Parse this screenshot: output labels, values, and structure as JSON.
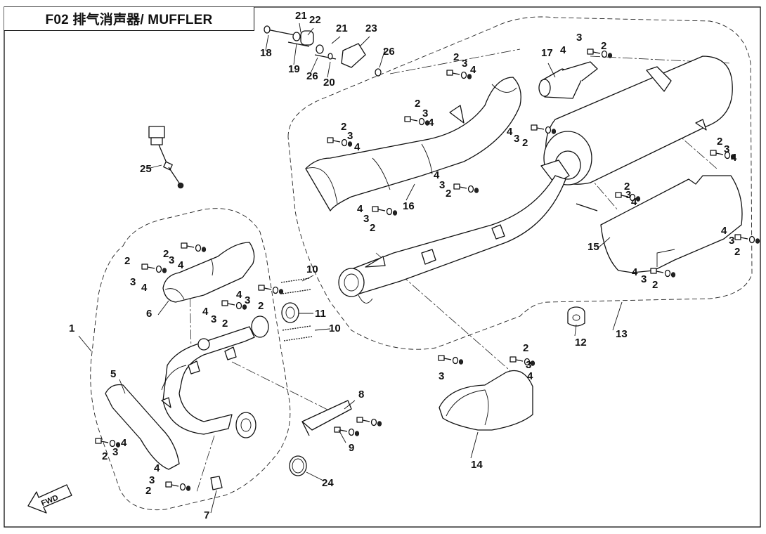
{
  "title": "F02 排气消声器/ MUFFLER",
  "fwd_label": "FWD",
  "callouts": [
    {
      "id": "c1",
      "text": "1"
    },
    {
      "id": "c2a",
      "text": "2"
    },
    {
      "id": "c2b",
      "text": "2"
    },
    {
      "id": "c2c",
      "text": "2"
    },
    {
      "id": "c2d",
      "text": "2"
    },
    {
      "id": "c2e",
      "text": "2"
    },
    {
      "id": "c2f",
      "text": "2"
    },
    {
      "id": "c2g",
      "text": "2"
    },
    {
      "id": "c2h",
      "text": "2"
    },
    {
      "id": "c2i",
      "text": "2"
    },
    {
      "id": "c2j",
      "text": "2"
    },
    {
      "id": "c2k",
      "text": "2"
    },
    {
      "id": "c2l",
      "text": "2"
    },
    {
      "id": "c2m",
      "text": "2"
    },
    {
      "id": "c2n",
      "text": "2"
    },
    {
      "id": "c2o",
      "text": "2"
    },
    {
      "id": "c2p",
      "text": "2"
    },
    {
      "id": "c2q",
      "text": "2"
    },
    {
      "id": "c2r",
      "text": "2"
    },
    {
      "id": "c3a",
      "text": "3"
    },
    {
      "id": "c3b",
      "text": "3"
    },
    {
      "id": "c3c",
      "text": "3"
    },
    {
      "id": "c3d",
      "text": "3"
    },
    {
      "id": "c3e",
      "text": "3"
    },
    {
      "id": "c3f",
      "text": "3"
    },
    {
      "id": "c3g",
      "text": "3"
    },
    {
      "id": "c3h",
      "text": "3"
    },
    {
      "id": "c3i",
      "text": "3"
    },
    {
      "id": "c3j",
      "text": "3"
    },
    {
      "id": "c3k",
      "text": "3"
    },
    {
      "id": "c3l",
      "text": "3"
    },
    {
      "id": "c3m",
      "text": "3"
    },
    {
      "id": "c3n",
      "text": "3"
    },
    {
      "id": "c3o",
      "text": "3"
    },
    {
      "id": "c3p",
      "text": "3"
    },
    {
      "id": "c3q",
      "text": "3"
    },
    {
      "id": "c3r",
      "text": "3"
    },
    {
      "id": "c3s",
      "text": "3"
    },
    {
      "id": "c4a",
      "text": "4"
    },
    {
      "id": "c4b",
      "text": "4"
    },
    {
      "id": "c4c",
      "text": "4"
    },
    {
      "id": "c4d",
      "text": "4"
    },
    {
      "id": "c4e",
      "text": "4"
    },
    {
      "id": "c4f",
      "text": "4"
    },
    {
      "id": "c4g",
      "text": "4"
    },
    {
      "id": "c4h",
      "text": "4"
    },
    {
      "id": "c4i",
      "text": "4"
    },
    {
      "id": "c4j",
      "text": "4"
    },
    {
      "id": "c4k",
      "text": "4"
    },
    {
      "id": "c4l",
      "text": "4"
    },
    {
      "id": "c4m",
      "text": "4"
    },
    {
      "id": "c4n",
      "text": "4"
    },
    {
      "id": "c4o",
      "text": "4"
    },
    {
      "id": "c4p",
      "text": "4"
    },
    {
      "id": "c4q",
      "text": "4"
    },
    {
      "id": "c4r",
      "text": "4"
    },
    {
      "id": "c5",
      "text": "5"
    },
    {
      "id": "c6",
      "text": "6"
    },
    {
      "id": "c7",
      "text": "7"
    },
    {
      "id": "c8",
      "text": "8"
    },
    {
      "id": "c9",
      "text": "9"
    },
    {
      "id": "c10a",
      "text": "10"
    },
    {
      "id": "c10b",
      "text": "10"
    },
    {
      "id": "c11",
      "text": "11"
    },
    {
      "id": "c12",
      "text": "12"
    },
    {
      "id": "c13",
      "text": "13"
    },
    {
      "id": "c14",
      "text": "14"
    },
    {
      "id": "c15",
      "text": "15"
    },
    {
      "id": "c16",
      "text": "16"
    },
    {
      "id": "c17",
      "text": "17"
    },
    {
      "id": "c18",
      "text": "18"
    },
    {
      "id": "c19",
      "text": "19"
    },
    {
      "id": "c20",
      "text": "20"
    },
    {
      "id": "c21a",
      "text": "21"
    },
    {
      "id": "c21b",
      "text": "21"
    },
    {
      "id": "c22",
      "text": "22"
    },
    {
      "id": "c23",
      "text": "23"
    },
    {
      "id": "c24",
      "text": "24"
    },
    {
      "id": "c25",
      "text": "25"
    },
    {
      "id": "c26a",
      "text": "26"
    },
    {
      "id": "c26b",
      "text": "26"
    }
  ]
}
